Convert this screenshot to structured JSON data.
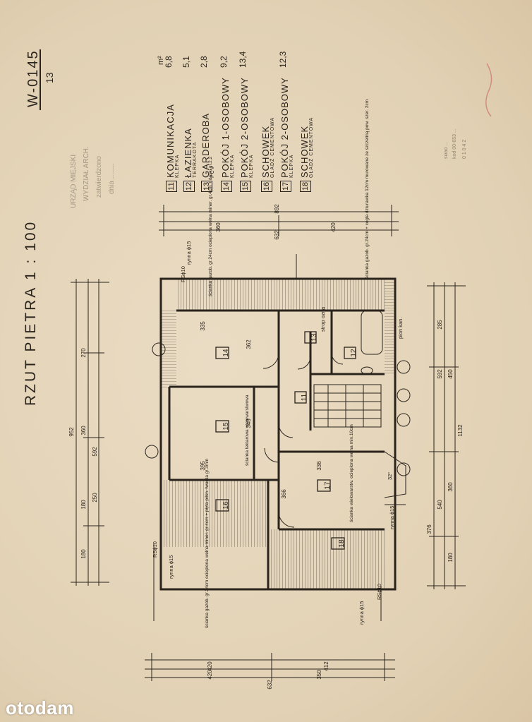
{
  "title": "RZUT PIETRA  1 : 100",
  "drawing_code": "W-0145",
  "sheet_number": "13",
  "area_unit": "m²",
  "rooms": [
    {
      "no": "11",
      "name": "KOMUNIKACJA",
      "finish": "KLEPKA",
      "area": "6,8"
    },
    {
      "no": "12",
      "name": "ŁAZIENKA",
      "finish": "TERRAKOTA",
      "area": "5,1"
    },
    {
      "no": "13",
      "name": "GARDEROBA",
      "finish": "PCV",
      "area": "2,8"
    },
    {
      "no": "14",
      "name": "POKÓJ 1-OSOBOWY",
      "finish": "KLEPKA",
      "area": "9,2"
    },
    {
      "no": "15",
      "name": "POKÓJ 2-OSOBOWY",
      "finish": "KLEPKA",
      "area": "13,4"
    },
    {
      "no": "16",
      "name": "SCHOWEK",
      "finish": "GŁADŹ CEMENTOWA",
      "area": ""
    },
    {
      "no": "17",
      "name": "POKÓJ 2-OSOBOWY",
      "finish": "KLEPKA",
      "area": "12,3"
    },
    {
      "no": "18",
      "name": "SCHOWEK",
      "finish": "GŁADŹ CEMENTOWA",
      "area": ""
    }
  ],
  "plan_labels": {
    "room_14": "14",
    "room_15": "15",
    "room_16": "16",
    "room_17": "17",
    "room_18": "18",
    "room_11": "11",
    "room_12": "12",
    "room_13": "13",
    "dim_total_left": "952",
    "dim_total_right": "1132",
    "dim_top": "892",
    "dim_bottom": "632",
    "dim_top_a": "360",
    "dim_top_b": "420",
    "dim_top_c": "632",
    "dim_bottom_a": "420",
    "dim_bottom_b": "412",
    "dim_bottom_c": "350",
    "dim_bottom_d": "420",
    "dim_left_a": "270",
    "dim_left_b": "360",
    "dim_left_c": "180",
    "dim_left_d": "180",
    "dim_left_e": "592",
    "dim_left_f": "250",
    "dim_right_a": "285",
    "dim_right_b": "592",
    "dim_right_c": "450",
    "dim_right_d": "360",
    "dim_right_e": "540",
    "dim_right_f": "376",
    "dim_right_g": "180",
    "room14_w": "335",
    "room14_h": "362",
    "room15_w": "395",
    "room15_h": "348",
    "room17_w": "336",
    "room17_h": "366",
    "gutter_1": "rynna ϕ15",
    "gutter_2": "rynna ϕ15",
    "gutter_3": "rynna ϕ15",
    "gutter_4": "rynna ϕ15",
    "rs_1": "RSϕ10",
    "rs_2": "RSϕ10",
    "rs_3": "RSϕ10",
    "note_top": "ścianka gazob. gr.24cm ocieplona wełna miner. gr.4cm + deski gr.2,2",
    "note_mid": "ścianka teklarowa wielowarstwowa",
    "note_right": "ścianka gazob. gr.24cm + cegła dziurawka 12cm murowane ze szczeliną pow. szer. 2cm",
    "note_bottom": "ścianka gazob. gr.24cm ocieplona wełna miner. gr.4cm + płyta pilśn. twarda gr.3mm",
    "note_17": "ścianka wielowarstw. ocieplona wełna min.10cm",
    "stair_note": "strop ozna",
    "pion_kan": "pion kan.",
    "angle": "32°"
  },
  "colors": {
    "paper": "#e6d6bc",
    "ink": "#2a241d",
    "stamp_red": "#c0404a"
  }
}
